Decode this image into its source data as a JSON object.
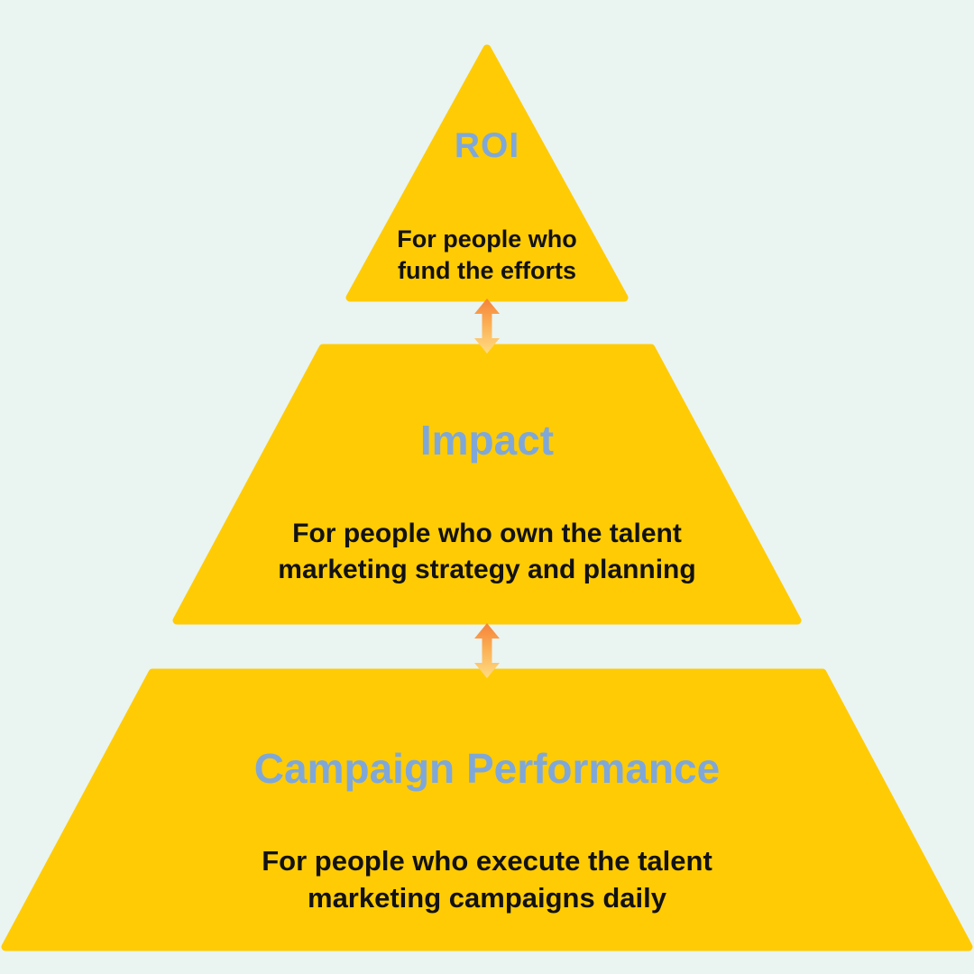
{
  "theme": {
    "background": "#EAF4F1",
    "tier_fill": "#FFCB05",
    "heading_color": "#7FA8D9",
    "body_text_color": "#121212",
    "arrow_gradient_top": "#F5823A",
    "arrow_gradient_mid": "#FBAE54",
    "arrow_gradient_bottom": "#FFDC82"
  },
  "pyramid": {
    "tiers": [
      {
        "heading": "ROI",
        "body_lines": [
          "For people who",
          "fund the efforts"
        ]
      },
      {
        "heading": "Impact",
        "body_lines": [
          "For people who own the talent",
          "marketing strategy and planning"
        ]
      },
      {
        "heading": "Campaign Performance",
        "body_lines": [
          "For people who execute the talent",
          "marketing campaigns daily"
        ]
      }
    ]
  }
}
